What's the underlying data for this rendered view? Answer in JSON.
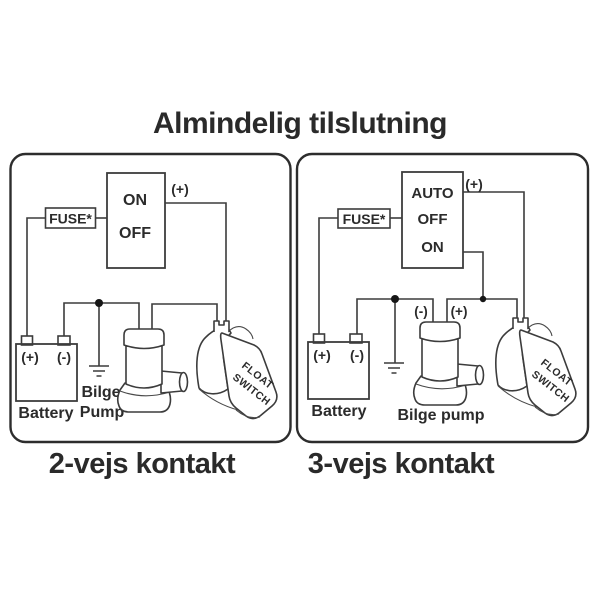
{
  "title": "Almindelig tilslutning",
  "colors": {
    "ink": "#2a2a2a",
    "line": "#3c3c3c",
    "background": "#ffffff"
  },
  "panels": [
    {
      "caption": "2-vejs kontakt",
      "switch_box": {
        "option1": "ON",
        "option2": "OFF"
      },
      "fuse": "FUSE*",
      "supply_plus": "(+)",
      "battery": {
        "plus": "(+)",
        "minus": "(-)",
        "label": "Battery"
      },
      "pump_label_line1": "Bilge",
      "pump_label_line2": "Pump",
      "float_switch": {
        "word1": "FLOAT",
        "word2": "SWITCH"
      }
    },
    {
      "caption": "3-vejs kontakt",
      "switch_box": {
        "option1": "AUTO",
        "option2": "OFF",
        "option3": "ON"
      },
      "fuse": "FUSE*",
      "supply_plus": "(+)",
      "pump_minus": "(-)",
      "pump_plus": "(+)",
      "battery": {
        "plus": "(+)",
        "minus": "(-)",
        "label": "Battery"
      },
      "pump_label": "Bilge pump",
      "float_switch": {
        "word1": "FLOAT",
        "word2": "SWITCH"
      }
    }
  ]
}
